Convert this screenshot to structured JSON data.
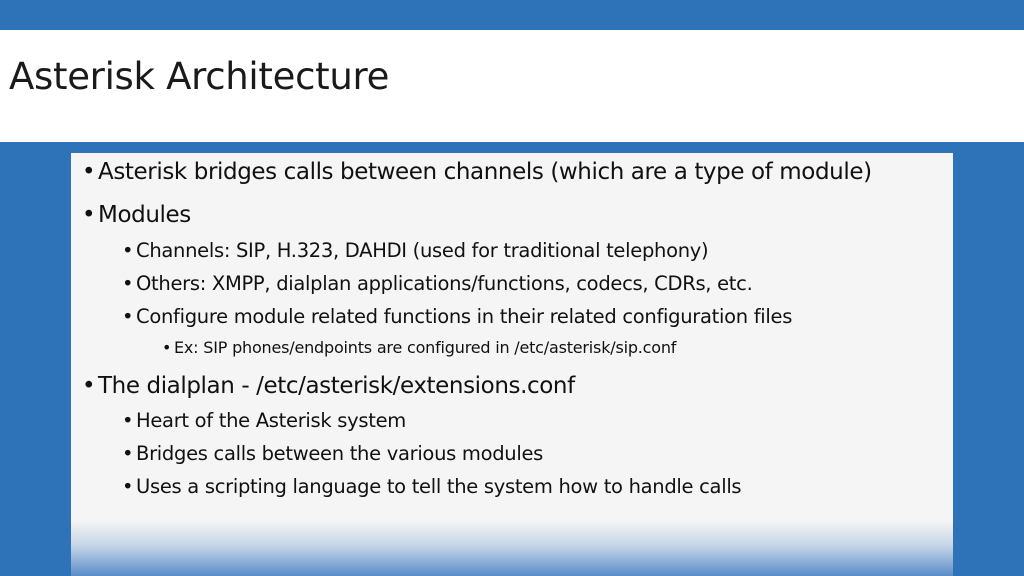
{
  "slide": {
    "title": "Asterisk Architecture",
    "bullets": [
      {
        "level": 1,
        "text": "Asterisk bridges calls between channels (which are a type of module)"
      },
      {
        "level": 1,
        "text": "Modules"
      },
      {
        "level": 2,
        "text": "Channels: SIP, H.323, DAHDI (used for traditional telephony)"
      },
      {
        "level": 2,
        "text": "Others: XMPP, dialplan applications/functions, codecs, CDRs, etc."
      },
      {
        "level": 2,
        "text": "Configure module related functions in their related configuration files"
      },
      {
        "level": 3,
        "text": "Ex: SIP phones/endpoints are configured in /etc/asterisk/sip.conf"
      },
      {
        "level": 1,
        "text": "The dialplan - /etc/asterisk/extensions.conf"
      },
      {
        "level": 2,
        "text": "Heart of the Asterisk system"
      },
      {
        "level": 2,
        "text": "Bridges calls between the various modules"
      },
      {
        "level": 2,
        "text": "Uses a scripting language to tell the system how to handle calls"
      }
    ]
  },
  "colors": {
    "accent": "#2e72b8",
    "title_background": "#ffffff",
    "panel_background": "#f5f5f5",
    "text": "#111111"
  }
}
